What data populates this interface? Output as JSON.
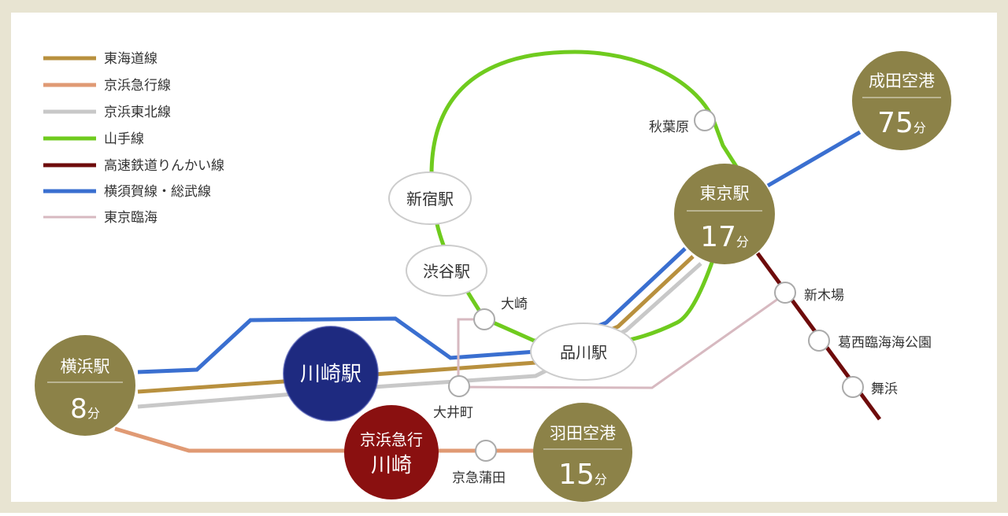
{
  "legend": [
    {
      "label": "東海道線",
      "color": "#b8903e"
    },
    {
      "label": "京浜急行線",
      "color": "#e09a74"
    },
    {
      "label": "京浜東北線",
      "color": "#c8c8c8"
    },
    {
      "label": "山手線",
      "color": "#6fcb1e"
    },
    {
      "label": "高速鉄道りんかい線",
      "color": "#6e0b0b"
    },
    {
      "label": "横須賀線・総武線",
      "color": "#3a6fd0"
    },
    {
      "label": "東京臨海",
      "color": "#d7b9c0"
    }
  ],
  "colors": {
    "border": "#e6e2d0",
    "hub_gold": "#8c8248",
    "kawasaki_blue": "#1e2a80",
    "keikyu_red": "#8a1010"
  },
  "hubs": {
    "yokohama": {
      "name": "横浜駅",
      "minutes": "8",
      "unit": "分"
    },
    "tokyo": {
      "name": "東京駅",
      "minutes": "17",
      "unit": "分"
    },
    "narita": {
      "name": "成田空港",
      "minutes": "75",
      "unit": "分"
    },
    "haneda": {
      "name": "羽田空港",
      "minutes": "15",
      "unit": "分"
    },
    "kawasaki": {
      "name": "川崎駅"
    },
    "keikyu_kawasaki": {
      "line1": "京浜急行",
      "line2": "川崎"
    }
  },
  "ovals": {
    "shinjuku": "新宿駅",
    "shibuya": "渋谷駅",
    "shinagawa": "品川駅"
  },
  "stations": {
    "akihabara": "秋葉原",
    "osaki": "大崎",
    "oimachi": "大井町",
    "keikyu_kamata": "京急蒲田",
    "shinkiba": "新木場",
    "kasai": "葛西臨海海公園",
    "maihama": "舞浜"
  }
}
